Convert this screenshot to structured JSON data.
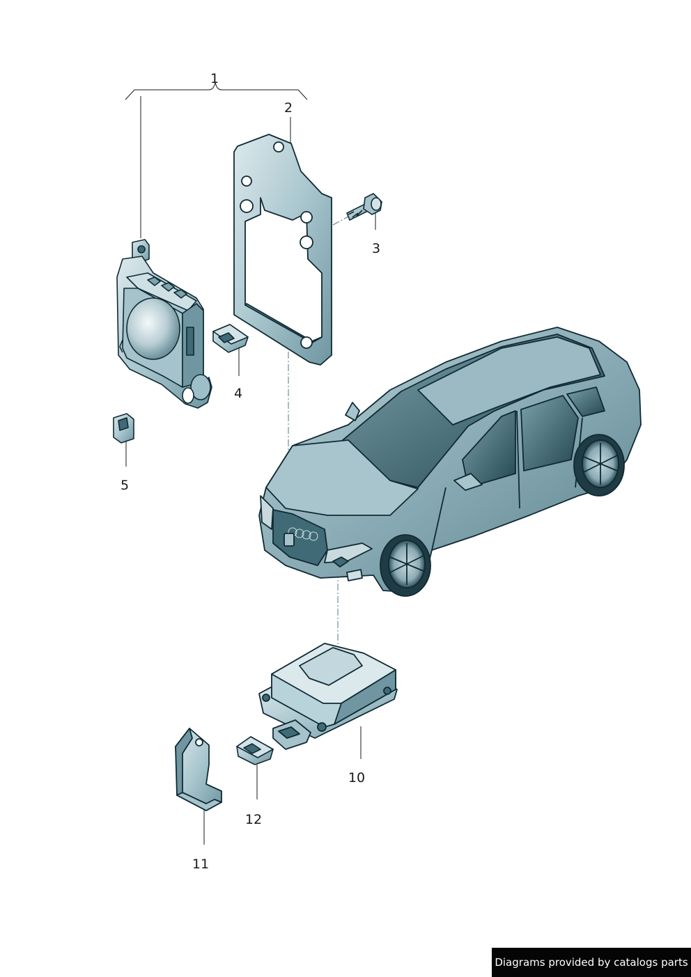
{
  "callouts": {
    "c1": "1",
    "c2": "2",
    "c3": "3",
    "c4": "4",
    "c5": "5",
    "c10": "10",
    "c11": "11",
    "c12": "12"
  },
  "footer": {
    "credit": "Diagrams provided by catalogs parts"
  },
  "colors": {
    "part_fill": "#b9d3da",
    "part_shade": "#7fa3ad",
    "part_dark": "#3f6a76",
    "outline": "#0f2a33",
    "car_body": "#8fb0ba",
    "car_glass": "#2f5862",
    "leader": "#1a1a1a"
  }
}
